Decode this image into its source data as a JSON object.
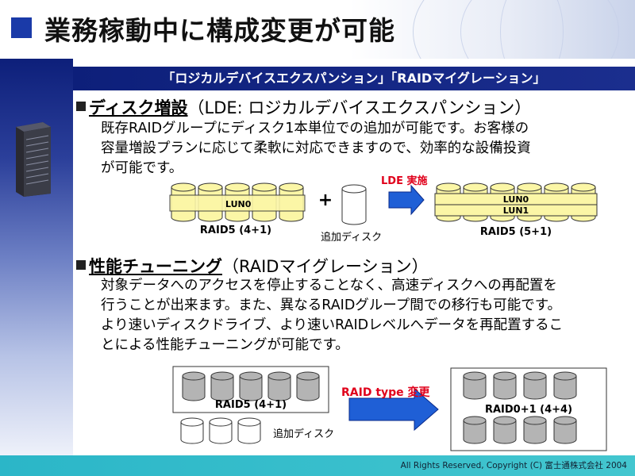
{
  "slide": {
    "title": "業務稼動中に構成変更が可能",
    "subtitle": "「ロジカルデバイスエクスパンション」「RAIDマイグレーション」"
  },
  "section1": {
    "keyword": "ディスク増設",
    "rest": "（LDE: ロジカルデバイスエクスパンション）",
    "lines": [
      "既存RAIDグループにディスク1本単位での追加が可能です。お客様の",
      "容量増設プランに応じて柔軟に対応できますので、効率的な設備投資",
      "が可能です。"
    ],
    "diagram": {
      "left_lun": "LUN0",
      "left_label": "RAID5 (4+1)",
      "plus": "+",
      "add_label": "追加ディスク",
      "arrow_label": "LDE 実施",
      "right_lun0": "LUN0",
      "right_lun1": "LUN1",
      "right_label": "RAID5 (5+1)"
    }
  },
  "section2": {
    "keyword": "性能チューニング",
    "rest": "（RAIDマイグレーション）",
    "lines": [
      "対象データへのアクセスを停止することなく、高速ディスクへの再配置を",
      "行うことが出来ます。また、異なるRAIDグループ間での移行も可能です。",
      "より速いディスクドライブ、より速いRAIDレベルへデータを再配置するこ",
      "とによる性能チューニングが可能です。"
    ],
    "diagram": {
      "left_label": "RAID5 (4+1)",
      "add_label": "追加ディスク",
      "arrow_label": "RAID type 変更",
      "right_label": "RAID0+1 (4+4)"
    }
  },
  "footer": {
    "copyright": "All Rights Reserved, Copyright (C) 富士通株式会社 2004"
  },
  "colors": {
    "accent_blue": "#1a3aa8",
    "band_blue": "#0d1f7a",
    "disk_yellow": "#fbf6a6",
    "disk_gray": "#b4b4b4",
    "arrow_blue": "#1f5fd6",
    "highlight_red": "#e0001b",
    "footer_teal": "#2bb6c8"
  }
}
